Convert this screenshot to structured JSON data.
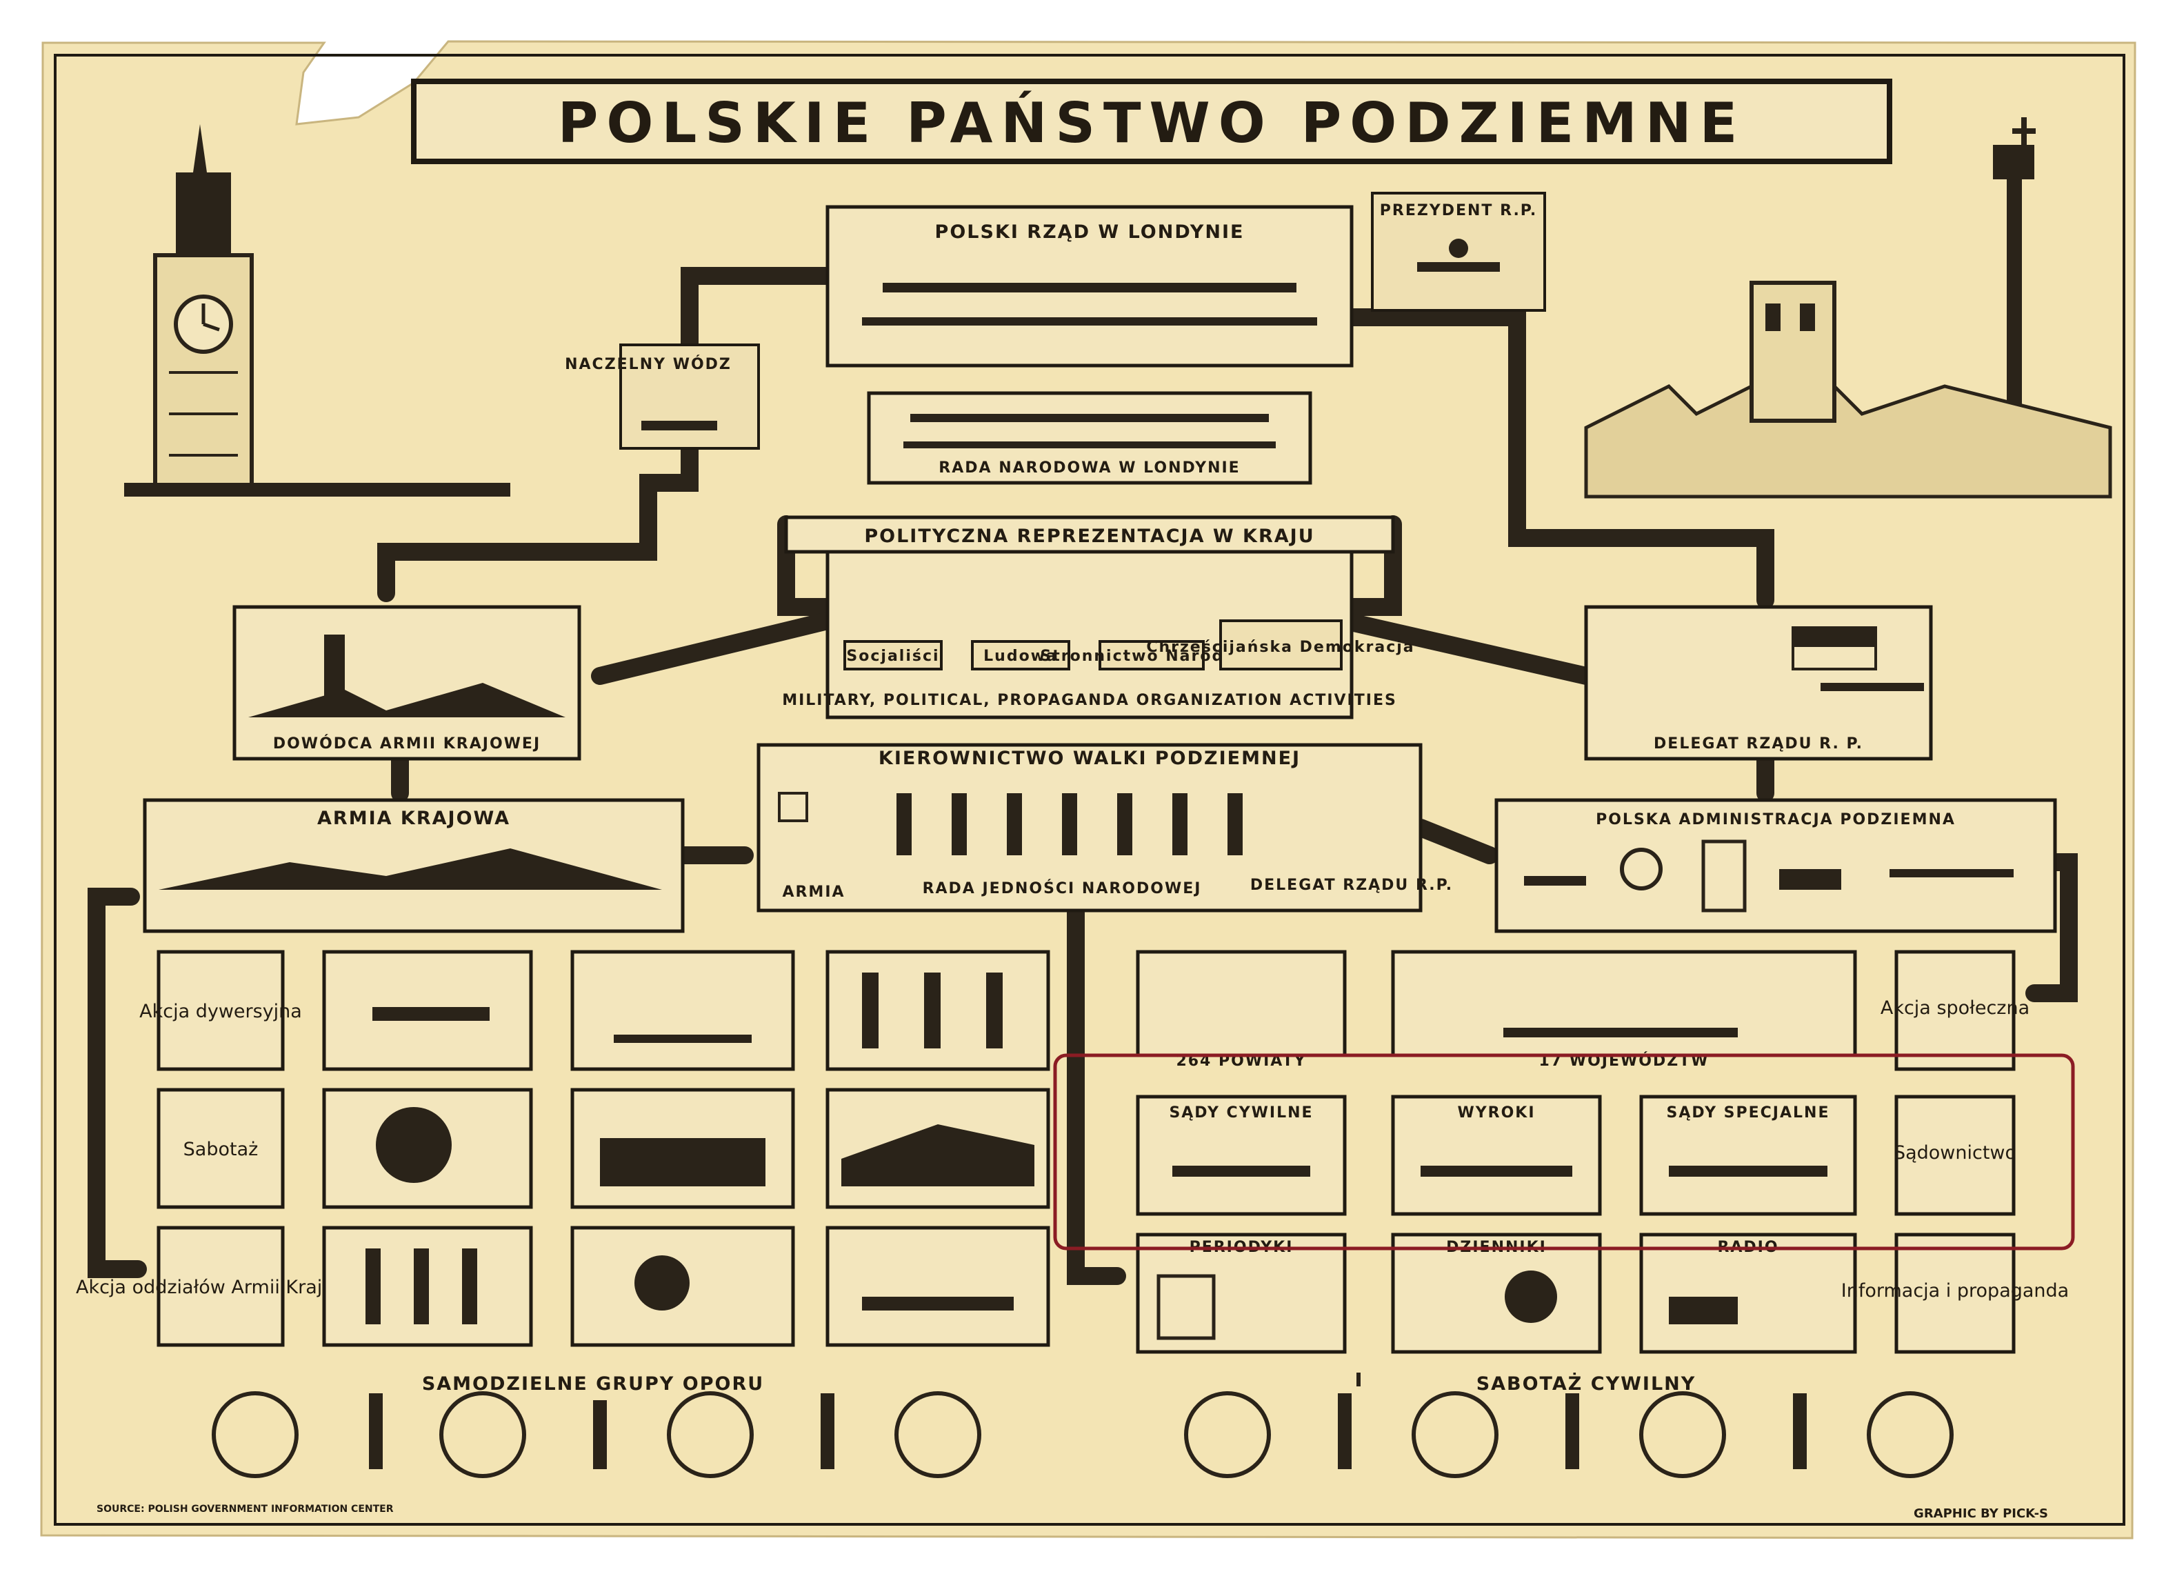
{
  "title": "POLSKIE PAŃSTWO PODZIEMNE",
  "government": {
    "london": "POLSKI RZĄD W LONDYNIE",
    "president": "PREZYDENT R.P.",
    "commander": "NACZELNY WÓDZ",
    "national_council": "RADA NARODOWA W LONDYNIE"
  },
  "political_representation": {
    "title": "POLITYCZNA REPREZENTACJA W KRAJU",
    "parties": [
      "Socjaliści",
      "Ludowa",
      "Stronnictwo Narodowe",
      "Chrześcijańska Demokracja"
    ],
    "caption": "MILITARY, POLITICAL, PROPAGANDA ORGANIZATION ACTIVITIES"
  },
  "home_army_commander": "DOWÓDCA ARMII KRAJOWEJ",
  "government_delegate": "DELEGAT RZĄDU R. P.",
  "leadership": {
    "title": "KIEROWNICTWO WALKI PODZIEMNEJ",
    "army": "ARMIA",
    "council": "RADA JEDNOŚCI NARODOWEJ",
    "delegate": "DELEGAT RZĄDU R.P."
  },
  "home_army": "ARMIA KRAJOWA",
  "administration": "POLSKA ADMINISTRACJA PODZIEMNA",
  "military_actions": [
    "Akcja dywersyjna",
    "Sabotaż",
    "Akcja oddziałów Armii Krajowej"
  ],
  "civil_rows": {
    "districts": "264 POWIATY",
    "voivodeships": "17 WOJEWÓDZTW",
    "courts": [
      "SĄDY CYWILNE",
      "WYROKI",
      "SĄDY SPECJALNE"
    ],
    "media": [
      "PERIODYKI",
      "DZIENNIKI",
      "RADIO"
    ]
  },
  "civil_side_labels": [
    "Akcja społeczna",
    "Sądownictwo",
    "Informacja i propaganda"
  ],
  "bottom": {
    "left": "SAMODZIELNE GRUPY OPORU",
    "right": "SABOTAŻ CYWILNY"
  },
  "source": "SOURCE: POLISH GOVERNMENT INFORMATION CENTER",
  "credit": "GRAPHIC BY PICK-S",
  "colors": {
    "paper": "#f3e6bd",
    "ink": "#1f1a12",
    "highlight": "#8b1c24"
  }
}
